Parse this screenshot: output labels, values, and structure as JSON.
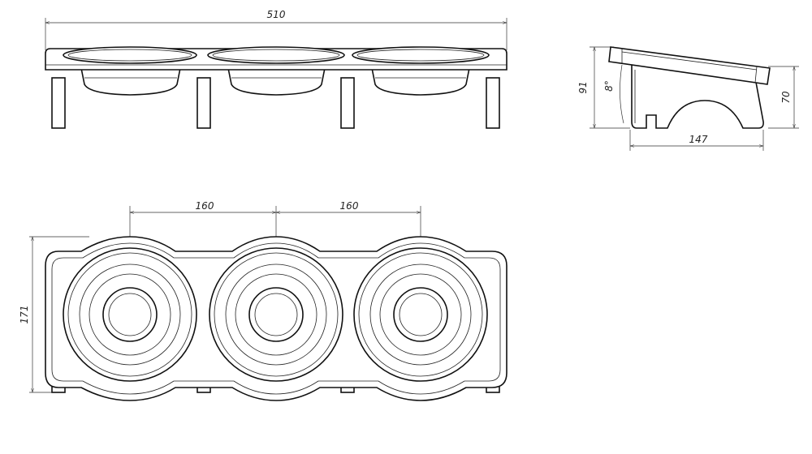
{
  "dimensions": {
    "overall_length": "510",
    "front_height": "91",
    "tilt_angle": "8°",
    "rear_height": "70",
    "depth": "147",
    "bowl_spacing_1": "160",
    "bowl_spacing_2": "160",
    "top_width": "171"
  },
  "colors": {
    "line": "#111111",
    "background": "#ffffff"
  }
}
